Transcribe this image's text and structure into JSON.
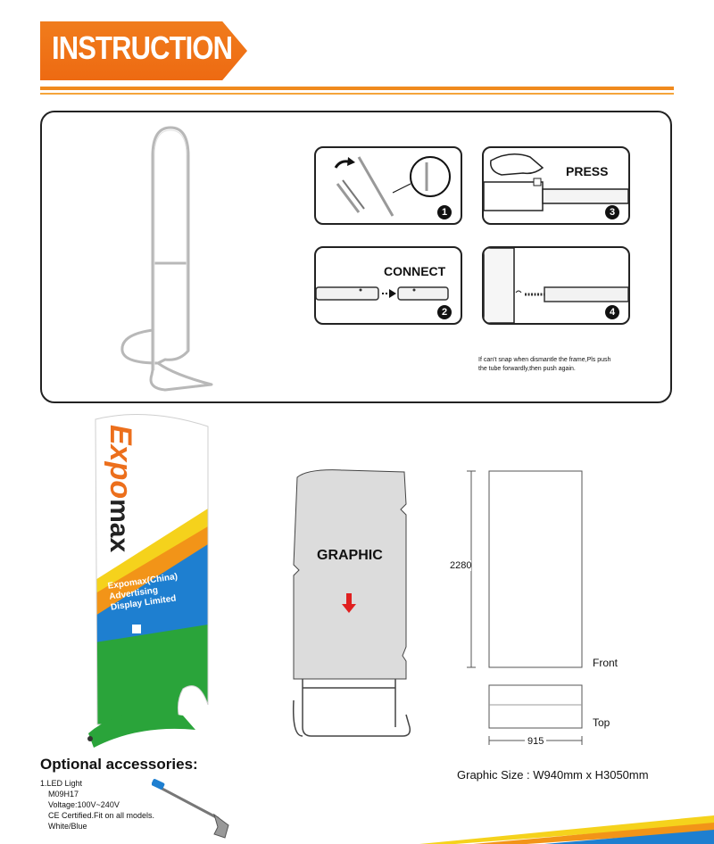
{
  "header": {
    "title": "INSTRUCTION"
  },
  "steps": [
    {
      "number": "1",
      "label": ""
    },
    {
      "number": "2",
      "label": "CONNECT"
    },
    {
      "number": "3",
      "label": "PRESS"
    },
    {
      "number": "4",
      "label": ""
    }
  ],
  "note": {
    "line1": "If can't snap when dismantle the frame,Pls push",
    "line2": "the tube forwardly,then push again."
  },
  "product_print": {
    "brand_letters": "Expo",
    "brand_suffix": "max",
    "company_line1": "Expomax(China)",
    "company_line2": "Advertising",
    "company_line3": "Display Limited"
  },
  "diagram": {
    "graphic_label": "GRAPHIC",
    "height_dim": "2280",
    "width_dim": "915",
    "front_label": "Front",
    "top_label": "Top"
  },
  "graphic_size": "Graphic Size : W940mm x H3050mm",
  "accessories": {
    "title": "Optional accessories:",
    "lines": [
      "1.LED Light",
      "M09H17",
      "Voltage:100V~240V",
      "CE Certified.Fit on all models.",
      "White/Blue"
    ]
  },
  "colors": {
    "orange": "#f07c1c",
    "green": "#2aa43a",
    "blue": "#1e7fd0",
    "yellow": "#f5d21c",
    "red_arrow": "#e02020"
  }
}
